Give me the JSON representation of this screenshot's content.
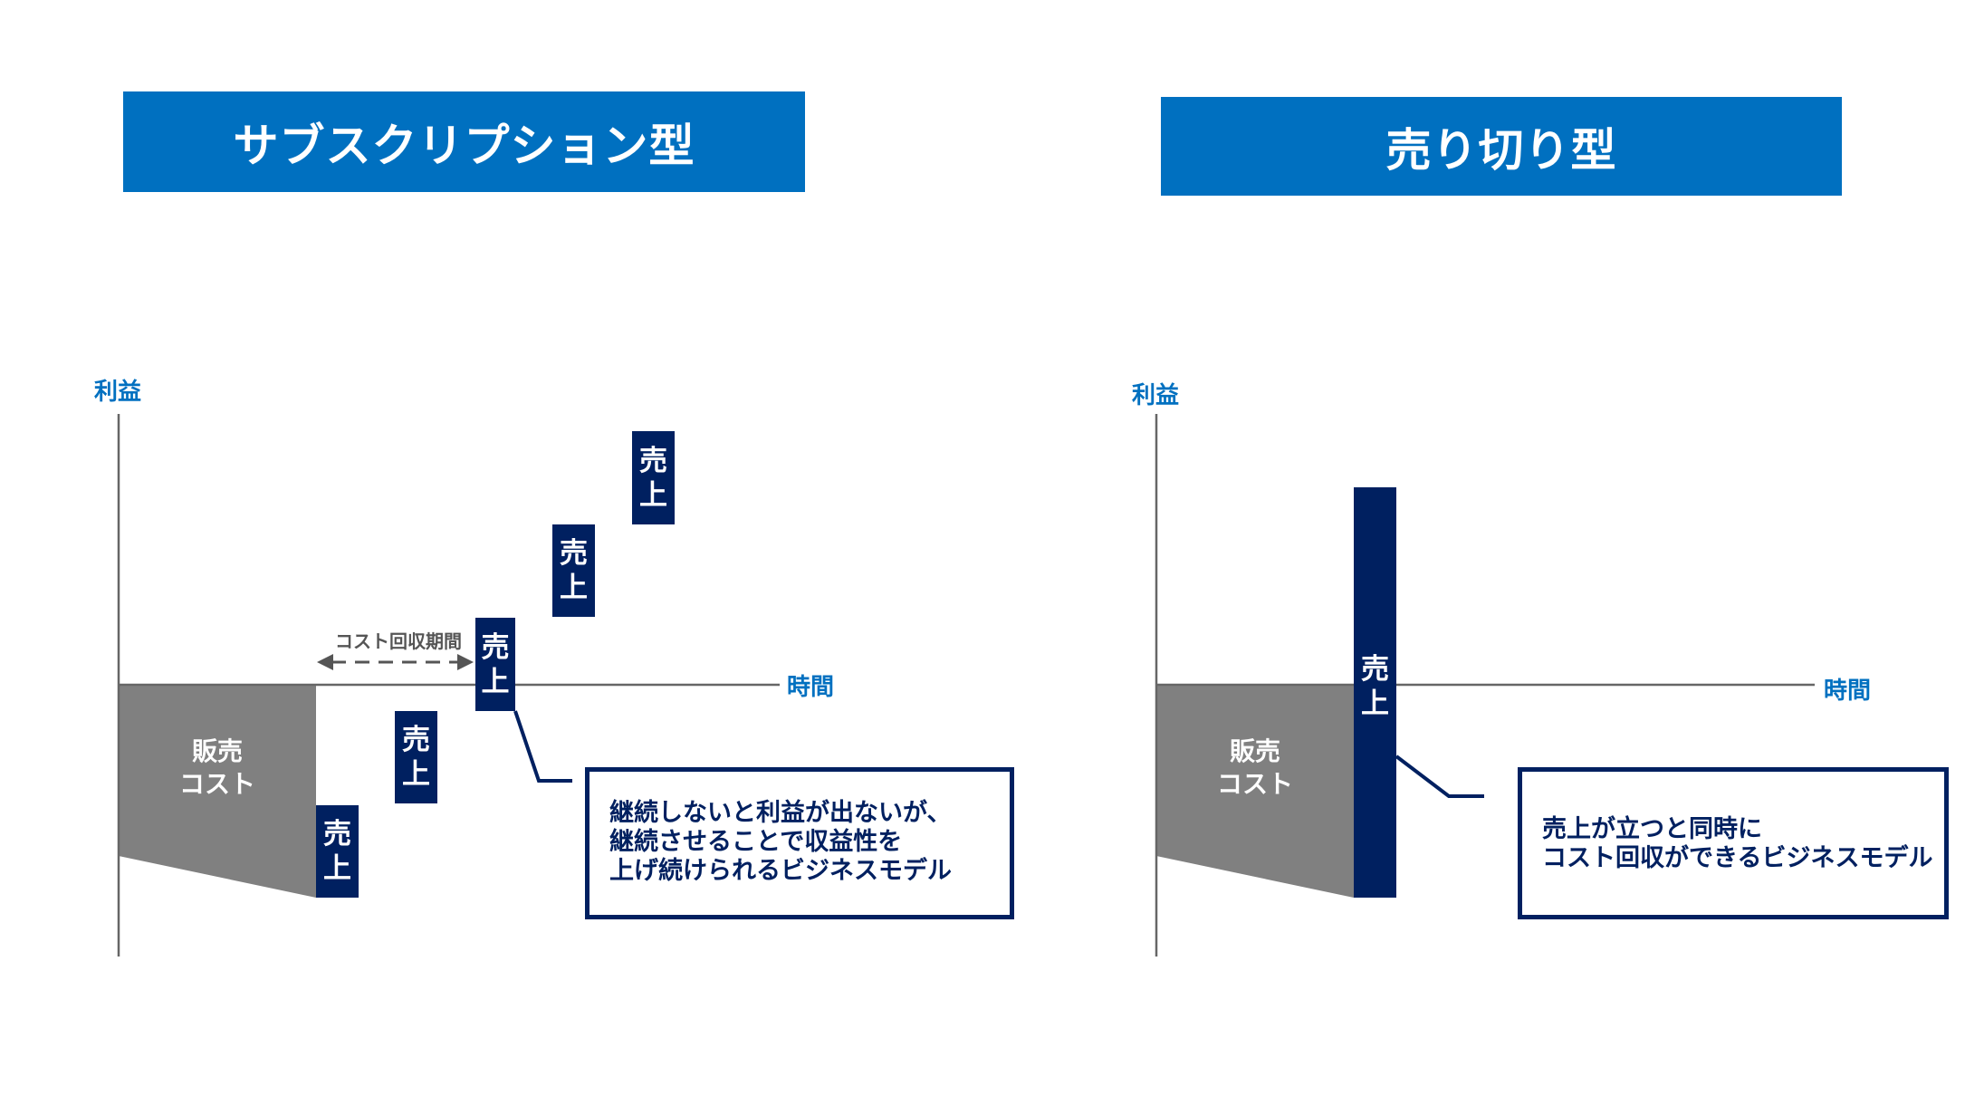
{
  "subscription": {
    "title": "サブスクリプション型",
    "y_axis_label": "利益",
    "x_axis_label": "時間",
    "cost_label": [
      "販売",
      "コスト"
    ],
    "payback_label": "コスト回収期間",
    "sales_bar_label": [
      "売",
      "上"
    ],
    "callout_lines": [
      "継続しないと利益が出ないが、",
      "継続させることで収益性を",
      "上げ続けられるビジネスモデル"
    ]
  },
  "one_time": {
    "title": "売り切り型",
    "y_axis_label": "利益",
    "x_axis_label": "時間",
    "cost_label": [
      "販売",
      "コスト"
    ],
    "sales_bar_label": [
      "売",
      "上"
    ],
    "callout_lines": [
      "売上が立つと同時に",
      "コスト回収ができるビジネスモデル"
    ]
  },
  "colors": {
    "title_bg": "#0070c0",
    "bar": "#002060",
    "cost": "#808080",
    "axis_text": "#0070c0"
  }
}
